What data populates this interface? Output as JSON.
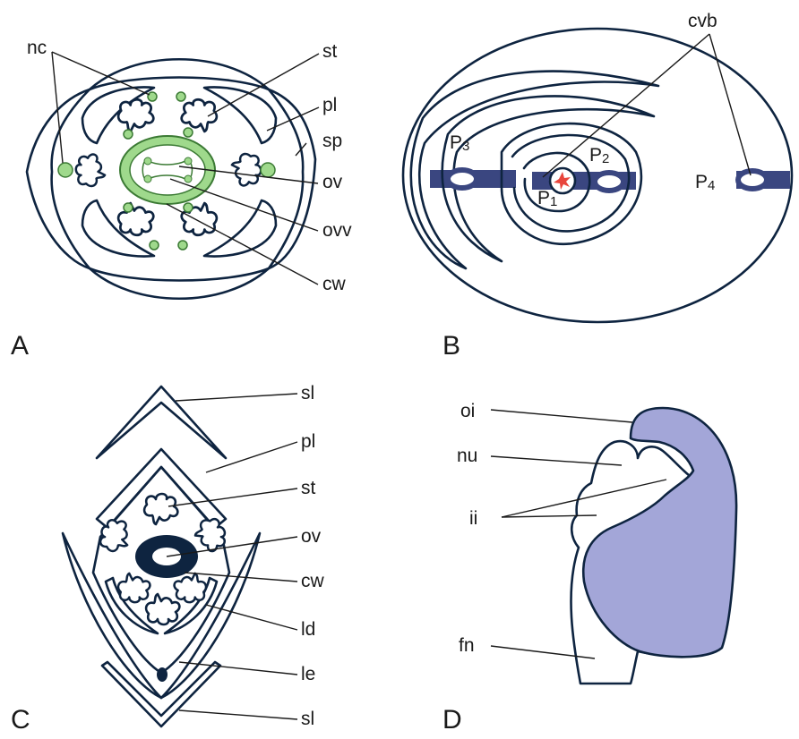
{
  "colors": {
    "outline": "#0e2440",
    "green": "#9fd98c",
    "green_dark": "#3b7a34",
    "bundle": "#3a4680",
    "lavender": "#a3a6d8",
    "star": "#e8453c"
  },
  "panels": {
    "A": {
      "letter": "A",
      "labels": {
        "nc": "nc",
        "st": "st",
        "pl": "pl",
        "sp": "sp",
        "ov": "ov",
        "ovv": "ovv",
        "cw": "cw"
      }
    },
    "B": {
      "letter": "B",
      "labels": {
        "cvb": "cvb",
        "p1": "P",
        "p1_sub": "1",
        "p2": "P",
        "p2_sub": "2",
        "p3": "P",
        "p3_sub": "3",
        "p4": "P",
        "p4_sub": "4"
      }
    },
    "C": {
      "letter": "C",
      "labels": {
        "sl_top": "sl",
        "pl": "pl",
        "st": "st",
        "ov": "ov",
        "cw": "cw",
        "ld": "ld",
        "le": "le",
        "sl_bottom": "sl"
      }
    },
    "D": {
      "letter": "D",
      "labels": {
        "oi": "oi",
        "nu": "nu",
        "ii": "ii",
        "fn": "fn"
      }
    }
  }
}
